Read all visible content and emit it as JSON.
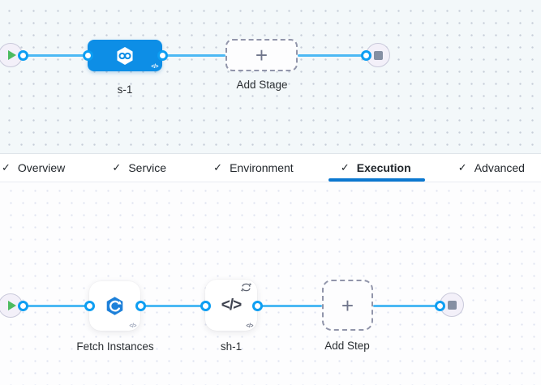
{
  "stage_canvas": {
    "stage": {
      "label": "s-1",
      "icon": "hexagon-infinity-icon",
      "badge": "</>"
    },
    "add_stage": {
      "label": "Add Stage",
      "plus_glyph": "+"
    },
    "icons": {
      "start": "play-icon",
      "end": "stop-icon",
      "port": "link-port"
    }
  },
  "tabs": {
    "check_glyph": "✓",
    "items": [
      {
        "label": "Overview",
        "checked": true,
        "active": false
      },
      {
        "label": "Service",
        "checked": true,
        "active": false
      },
      {
        "label": "Environment",
        "checked": true,
        "active": false
      },
      {
        "label": "Execution",
        "checked": true,
        "active": true
      },
      {
        "label": "Advanced",
        "checked": true,
        "active": false
      }
    ],
    "active_underline_color": "#0b78d0"
  },
  "execution_canvas": {
    "steps": [
      {
        "label": "Fetch Instances",
        "icon": "refresh-hexagon-icon",
        "badge": "</>"
      },
      {
        "label": "sh-1",
        "icon": "code-icon",
        "glyph": "</>",
        "badge": "</>",
        "loop_icon": "repeat-icon"
      }
    ],
    "add_step": {
      "label": "Add Step",
      "plus_glyph": "+"
    },
    "icons": {
      "start": "play-icon",
      "end": "stop-icon"
    }
  },
  "colors": {
    "stage_node_blue": "#0d8ee6",
    "edge_blue": "#4cb9f4",
    "port_ring_blue": "#0d9ef2",
    "play_green": "#4dbb60",
    "stop_gray": "#858fa3",
    "active_tab_blue": "#0b78d0"
  }
}
